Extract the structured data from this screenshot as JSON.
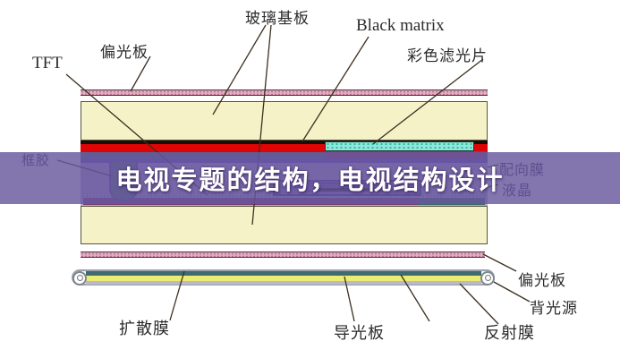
{
  "banner": {
    "title": "电视专题的结构，电视结构设计"
  },
  "labels": {
    "tft": "TFT",
    "polarizer_top": "偏光板",
    "glass_substrate": "玻璃基板",
    "black_matrix": "Black matrix",
    "color_filter": "彩色滤光片",
    "sealant": "框胶",
    "alignment_film": "配向膜",
    "liquid_crystal": "液晶",
    "polarizer_bottom": "偏光板",
    "backlight": "背光源",
    "diffuser": "扩散膜",
    "light_guide": "导光板",
    "reflector": "反射膜"
  },
  "palette": {
    "banner_purple": "#8577ae",
    "glass_yellow": "#f6f2c8",
    "polarizer_pink": "#e2aec2",
    "black_matrix_layer": "#150f08",
    "red_layer": "#e00505",
    "filter_cyan": "#8ce8da",
    "electrode_teal": "#45707c",
    "magenta_layer": "#8c3a6a",
    "alignment_purple": "#6348c4",
    "lc_lavender": "#b4a6d6",
    "stipple_violet": "#a495cf",
    "dark_magenta_strip": "#7a3f78",
    "tft_purple": "#8d76c4",
    "tft_inner_purple": "#6f55b2",
    "sealant_teal": "#4f6d79",
    "light_guide_yellow": "#eceb72",
    "diffuser_teal": "#3f6b70",
    "reflector_grey": "#b9bac6"
  }
}
